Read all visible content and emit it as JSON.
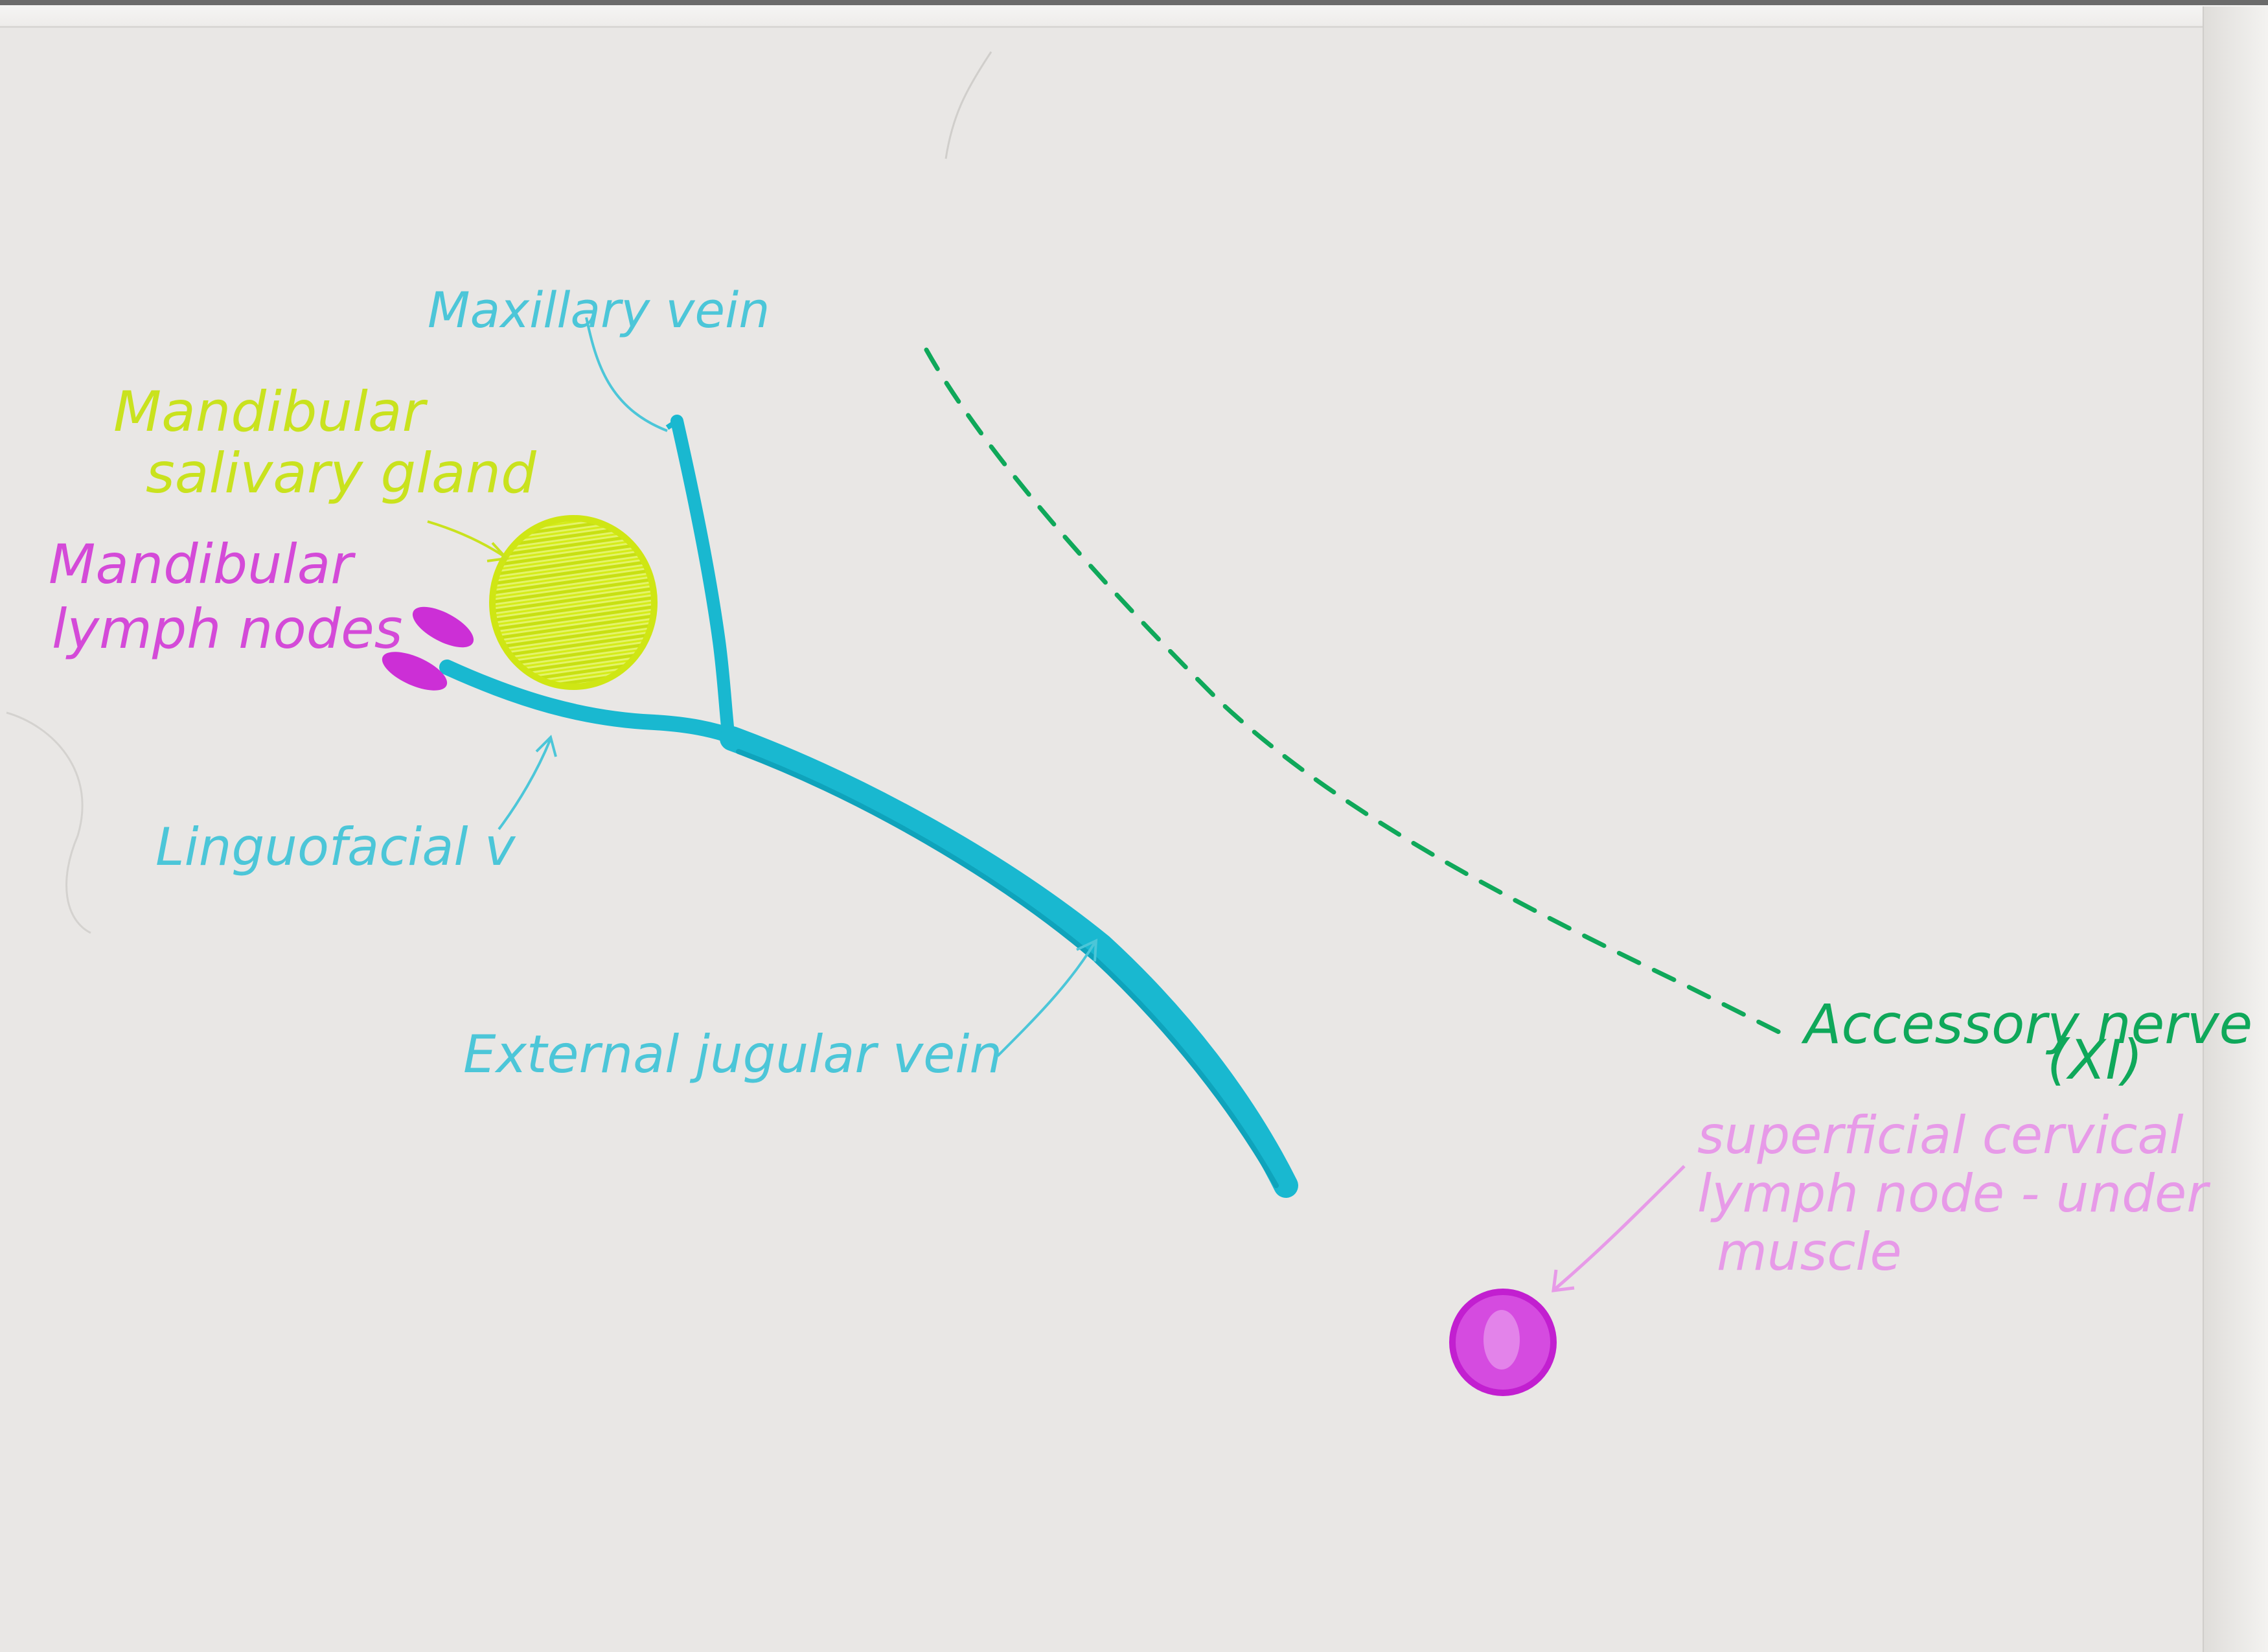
{
  "labels": {
    "maxillary_vein": "Maxillary vein",
    "mandibular_salivary_gland_line1": "Mandibular",
    "mandibular_salivary_gland_line2": "salivary gland",
    "mandibular_lymph_nodes_line1": "Mandibular",
    "mandibular_lymph_nodes_line2": "lymph nodes",
    "linguofacial_v": "Linguofacial v",
    "external_jugular_vein": "External jugular vein",
    "accessory_nerve_line1": "Accessory nerve",
    "accessory_nerve_line2": "(XI)",
    "superficial_node_line1": "superficial cervical",
    "superficial_node_line2": "lymph node - under",
    "superficial_node_line3": "muscle"
  },
  "colors": {
    "paper": "#e9e7e5",
    "vein": "#19b8d0",
    "vein_label": "#4cc6d8",
    "gland": "#d7ee1c",
    "gland_label": "#c9e21e",
    "lymph": "#cc2fd6",
    "lymph_label": "#d44ad8",
    "superficial_label": "#e79ae8",
    "nerve": "#0fa85a"
  }
}
